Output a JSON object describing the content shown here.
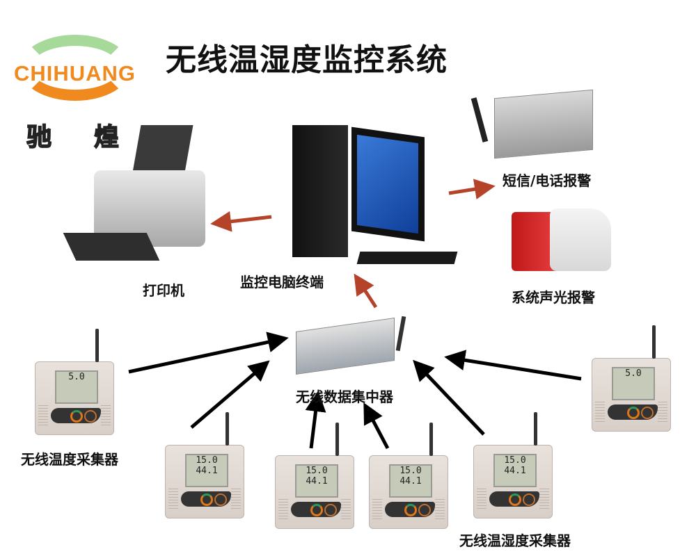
{
  "title": "无线温湿度监控系统",
  "logo": {
    "text_latin": "CHIHUANG",
    "text_cn_1": "驰",
    "text_cn_2": "煌",
    "colors": {
      "green": "#a6d99a",
      "orange": "#f08a1e"
    }
  },
  "labels": {
    "printer": "打印机",
    "computer": "监控电脑终端",
    "sms_alarm": "短信/电话报警",
    "siren_alarm": "系统声光报警",
    "concentrator": "无线数据集中器",
    "temp_sensor": "无线温度采集器",
    "temp_hum_sensor": "无线温湿度采集器"
  },
  "sensor_readings": {
    "temp_only": "5.0",
    "temp": "15.0",
    "humidity": "44.1"
  },
  "arrow_colors": {
    "data_flow": "#000000",
    "output": "#b5432a"
  }
}
